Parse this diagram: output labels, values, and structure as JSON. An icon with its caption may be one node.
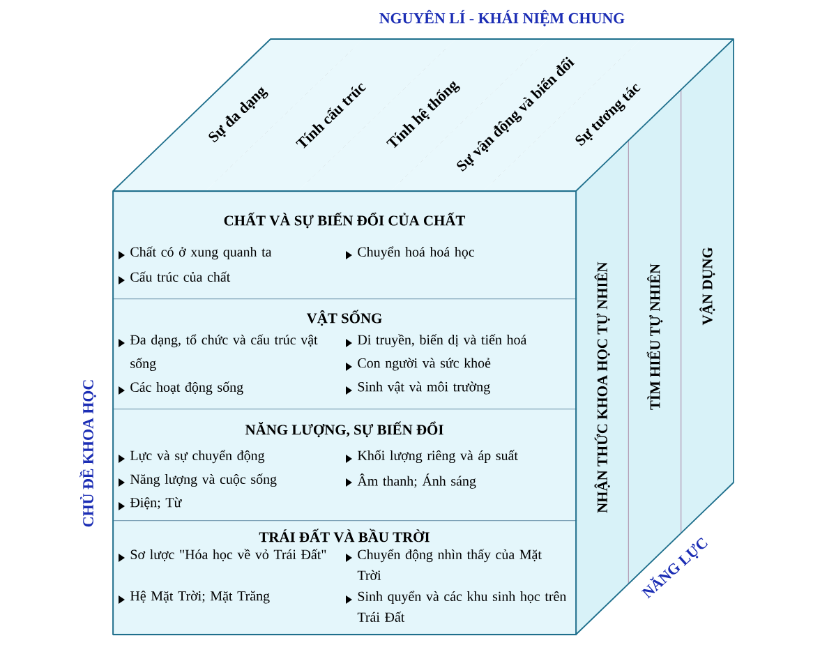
{
  "diagram": {
    "nodes": [
      {
        "text": [
          "Sự đa dạng"
        ]
      },
      {
        "text": [
          "Tính cấu trúc"
        ]
      },
      {
        "text": [
          "Tính hệ thống"
        ]
      },
      {
        "text": [
          "Sự vận động và biến đổi"
        ]
      },
      {
        "text": [
          "Sự tương tác"
        ]
      },
      {
        "text": [
          "NHẬN THỨC KHOA HỌC TỰ NHIÊN"
        ]
      },
      {
        "text": [
          "TÌM HIỂU TỰ NHIÊN"
        ]
      },
      {
        "text": [
          "VẬN DỤNG"
        ]
      },
      {
        "text": [
          "CHẤT VÀ SỰ BIẾN ĐỔI CỦA CHẤT",
          "Chất có ở xung quanh ta",
          "Chuyển hoá hoá học",
          "Cấu trúc của chất"
        ]
      },
      {
        "text": [
          "VẬT SỐNG",
          "Đa dạng, tổ chức và cấu trúc vật sống",
          "Di truyền, biến dị và tiến hoá",
          "Con người và sức khoẻ",
          "Các hoạt động sống",
          "Sinh vật và môi trường"
        ]
      },
      {
        "text": [
          "NĂNG LƯỢNG, SỰ BIẾN ĐỔI",
          "Lực và sự chuyển động",
          "Khối lượng riêng và áp suất",
          "Năng lượng và cuộc sống",
          "Âm thanh; Ánh sáng",
          "Điện; Từ"
        ]
      },
      {
        "text": [
          "TRÁI ĐẤT VÀ BẦU TRỜI",
          "Sơ lược \"Hóa học về vỏ Trái Đất\"",
          "Chuyển động nhìn thấy của Mặt Trời",
          "Hệ Mặt Trời; Mặt Trăng",
          "Sinh quyển và các khu sinh học trên Trái Đất"
        ]
      }
    ],
    "labels": [
      "NGUYÊN LÍ - KHÁI NIỆM CHUNG",
      "CHỦ ĐỀ KHOA HỌC",
      "NĂNG LỰC"
    ]
  }
}
